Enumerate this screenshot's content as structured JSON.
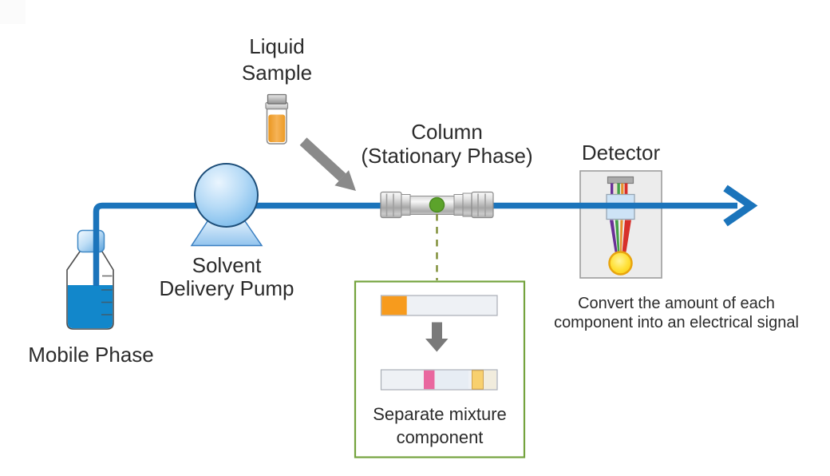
{
  "diagram": {
    "title_context": "HPLC flow diagram",
    "labels": {
      "liquid_sample": "Liquid\nSample",
      "solvent_delivery_pump": "Solvent\nDelivery Pump",
      "mobile_phase": "Mobile Phase",
      "column": "Column\n(Stationary Phase)",
      "detector": "Detector",
      "detector_caption": "Convert the amount of each\ncomponent into an electrical signal",
      "separation_caption": "Separate mixture\ncomponent"
    },
    "colors": {
      "flow_line": "#1b74bb",
      "pump_blue": "#74b7ea",
      "mobile_phase_liquid": "#1287cb",
      "sample_liquid_orange": "#f0a030",
      "injection_arrow_gray": "#8a8a8a",
      "sample_dot_green": "#5ca32b",
      "callout_border_green": "#74a33e",
      "mixture_band_orange": "#f79b1d",
      "separated_band_pink": "#e9679f",
      "separated_band_yellow": "#f8d06e",
      "detector_lamp_yellow": "#fcd116",
      "text": "#2b2b2b"
    }
  }
}
